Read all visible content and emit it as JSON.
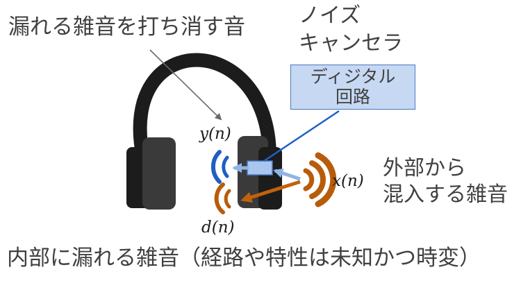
{
  "labels": {
    "leak_cancel": "漏れる雑音を打ち消す音",
    "nc_line1": "ノイズ",
    "nc_line2": "キャンセラ",
    "digital_line1": "ディジタル",
    "digital_line2": "回路",
    "external_line1": "外部から",
    "external_line2": "混入する雑音",
    "internal_leak": "内部に漏れる雑音（経路や特性は未知かつ時変）"
  },
  "signals": {
    "y": "y(n)",
    "x": "x(n)",
    "d": "d(n)"
  },
  "colors": {
    "headphone": "#1c1c1c",
    "ear_cushion": "#3a3a3a",
    "cancel_wave": "#1f5fc4",
    "noise_wave": "#b85c0a",
    "noise_arrow": "#c0620c",
    "dsp_fill": "#c6d8f2",
    "dsp_border": "#4a78c0",
    "chip_fill": "#a9c6ee",
    "text": "#404040"
  }
}
